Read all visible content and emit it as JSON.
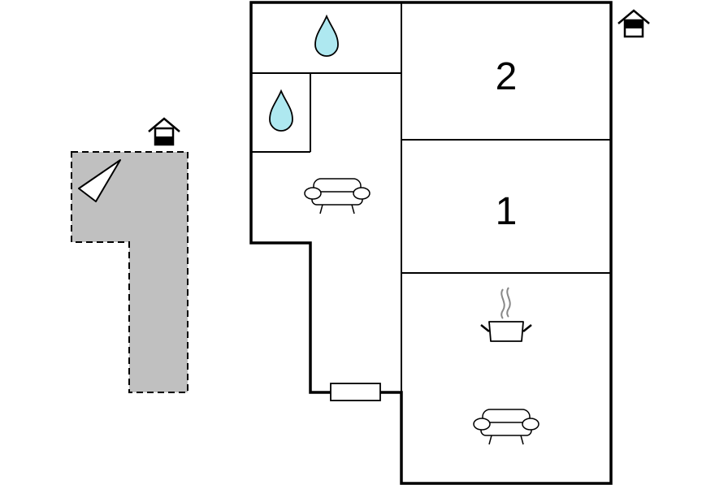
{
  "floorplan": {
    "rooms": [
      {
        "name": "bedroom-2",
        "label": "2"
      },
      {
        "name": "bedroom-1",
        "label": "1"
      }
    ],
    "icons": [
      "water-drop-icon",
      "water-drop-icon",
      "sofa-icon",
      "cooking-pot-icon",
      "sofa-icon",
      "entrance-house-icon",
      "entrance-house-icon",
      "window-icon",
      "compass-triangle-icon"
    ],
    "colors": {
      "walls": "#000000",
      "water": "#aee8f0",
      "terrace": "#c0c0c0",
      "background": "#ffffff"
    }
  }
}
